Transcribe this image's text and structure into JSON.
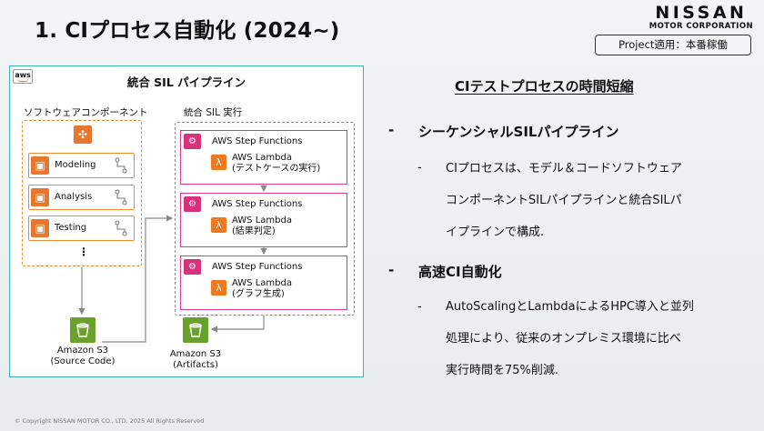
{
  "header": {
    "title": "1.  CIプロセス自動化 (2024~)",
    "brand": "NISSAN",
    "brand_sub": "MOTOR CORPORATION",
    "tag": "Project適用：本番稼働"
  },
  "diagram": {
    "aws_logo": "aws",
    "title": "統合 SIL パイプライン",
    "component_label": "ソフトウェアコンポーネント",
    "components": [
      "Modeling",
      "Analysis",
      "Testing"
    ],
    "ellipsis": "⋮",
    "exec_label": "統合 SIL 実行",
    "steps": [
      {
        "sf": "AWS Step Functions",
        "lambda": "AWS Lambda",
        "desc": "(テストケースの実行)"
      },
      {
        "sf": "AWS Step Functions",
        "lambda": "AWS Lambda",
        "desc": "(結果判定)"
      },
      {
        "sf": "AWS Step Functions",
        "lambda": "AWS Lambda",
        "desc": "(グラフ生成)"
      }
    ],
    "s3_source": {
      "name": "Amazon S3",
      "desc": "(Source Code)"
    },
    "s3_artifacts": {
      "name": "Amazon S3",
      "desc": "(Artifacts)"
    }
  },
  "content": {
    "heading": "CIテストプロセスの時間短縮",
    "bullets": [
      {
        "dash": "-",
        "title": "シーケンシャルSILパイプライン",
        "sub": {
          "dash": "-",
          "lines": [
            "CIプロセスは、モデル＆コードソフトウェア",
            "コンポーネントSILパイプラインと統合SILパ",
            "イプラインで構成."
          ]
        }
      },
      {
        "dash": "-",
        "title": "高速CI自動化",
        "sub": {
          "dash": "-",
          "lines": [
            "AutoScalingとLambdaによるHPC導入と並列",
            "処理により、従来のオンプレミス環境に比べ",
            "実行時間を75%削減."
          ]
        }
      }
    ]
  },
  "footer": {
    "copyright": "© Copyright NISSAN MOTOR CO., LTD. 2025 All Rights Reserved"
  },
  "colors": {
    "frame": "#39b8b0",
    "orange": "#ef8a2b",
    "pink": "#e03a86",
    "s3_green": "#6aa02c"
  },
  "icons": [
    "aws-logo",
    "component-hub-icon",
    "chip-icon",
    "flow-icon",
    "step-functions-icon",
    "lambda-icon",
    "s3-bucket-icon"
  ]
}
